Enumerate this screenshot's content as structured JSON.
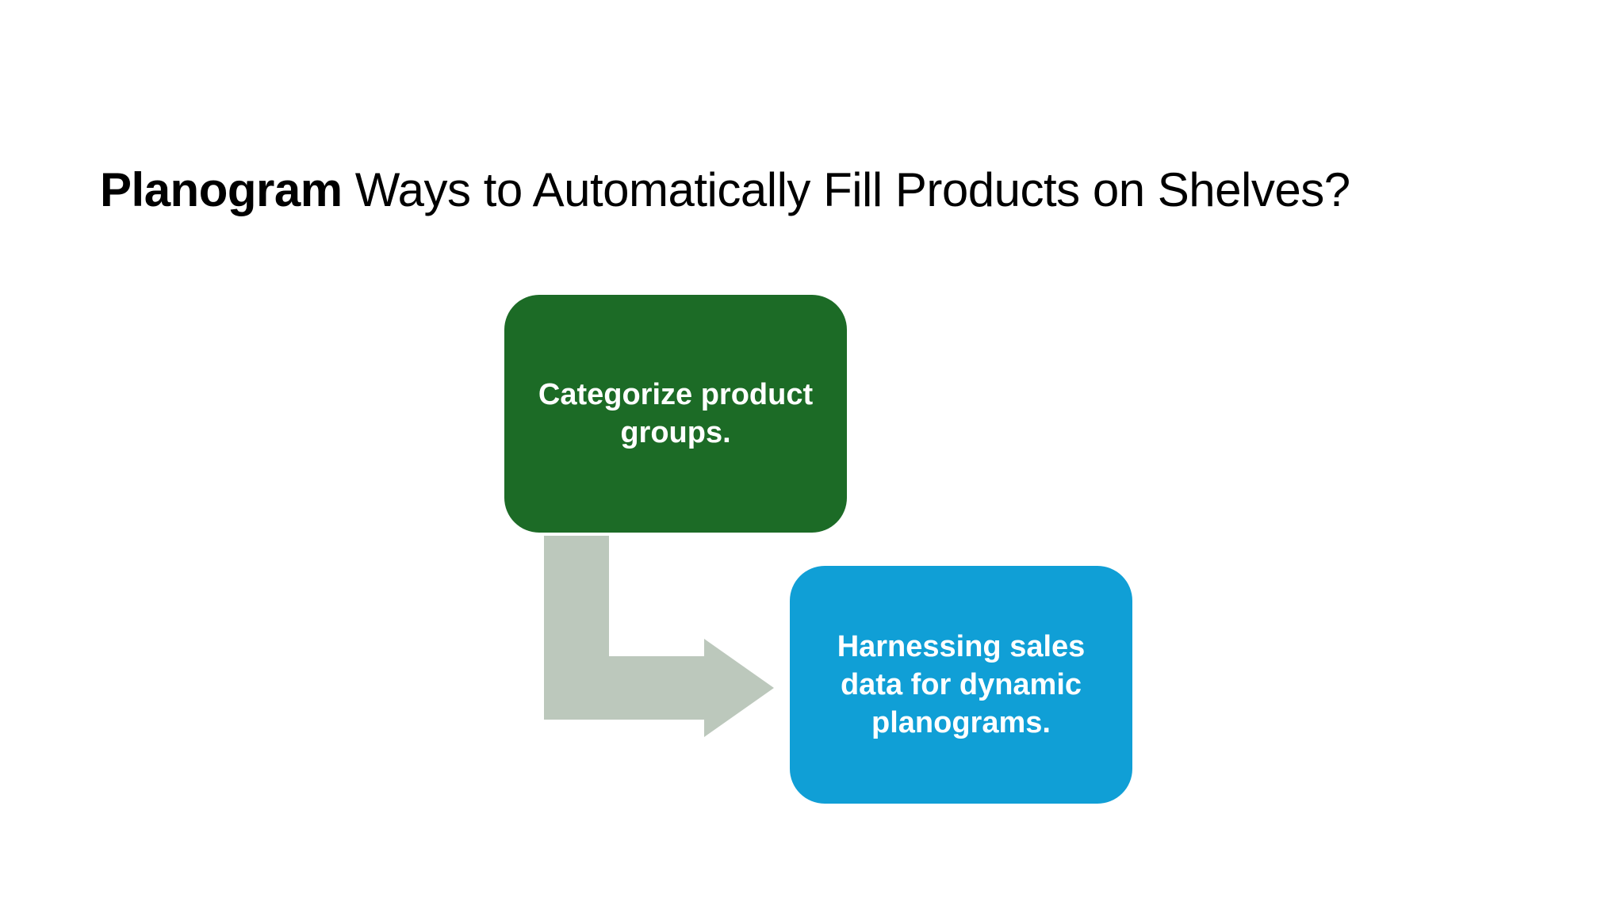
{
  "slide": {
    "title_bold": "Planogram",
    "title_rest": " Ways to Automatically Fill Products on Shelves?"
  },
  "diagram": {
    "steps": [
      {
        "label": "Categorize product groups.",
        "color": "#1c6b26"
      },
      {
        "label": "Harnessing sales data for dynamic planograms.",
        "color": "#109fd6"
      }
    ],
    "connector_color": "#bcc8bc"
  }
}
